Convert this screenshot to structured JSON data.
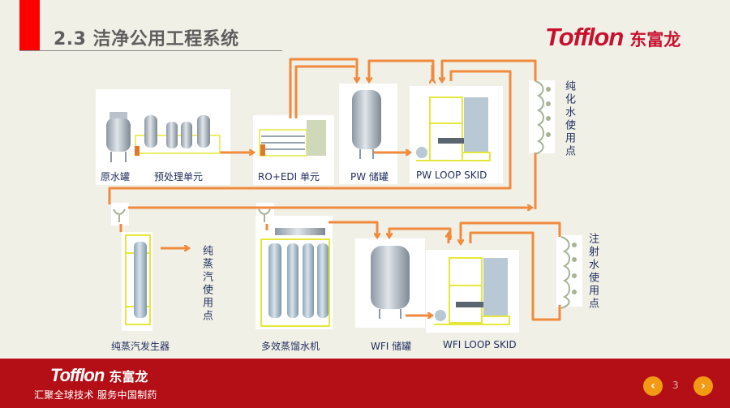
{
  "header": {
    "title": "2.3 洁净公用工程系统",
    "brand_latin": "Tofflon",
    "brand_cn": "东富龙"
  },
  "colors": {
    "accent_red": "#ff0000",
    "brand_red": "#c8102e",
    "footer_red": "#b40f16",
    "pipe_orange": "#f08a3c",
    "frame_yellow": "#e5e83a",
    "label_navy": "#1f2d5c",
    "nav_orange": "#f39a14"
  },
  "diagram": {
    "equipment": [
      {
        "id": "raw-water-tank",
        "label": "原水罐"
      },
      {
        "id": "pretreatment-unit",
        "label": "预处理单元"
      },
      {
        "id": "ro-edi-unit",
        "label": "RO+EDI 单元"
      },
      {
        "id": "pw-tank",
        "label": "PW 储罐"
      },
      {
        "id": "pw-loop-skid",
        "label": "PW LOOP SKID"
      },
      {
        "id": "pure-steam-generator",
        "label": "纯蒸汽发生器"
      },
      {
        "id": "multi-effect-still",
        "label": "多效蒸馏水机"
      },
      {
        "id": "wfi-tank",
        "label": "WFI 储罐"
      },
      {
        "id": "wfi-loop-skid",
        "label": "WFI LOOP SKID"
      }
    ],
    "use_points": {
      "pw": "纯化水使用点",
      "steam": "纯蒸汽使用点",
      "wfi": "注射水使用点"
    }
  },
  "footer": {
    "brand_latin": "Tofflon",
    "brand_cn": "东富龙",
    "slogan": "汇聚全球技术  服务中国制药",
    "prev_icon": "‹",
    "next_icon": "›",
    "page_number": "3"
  }
}
